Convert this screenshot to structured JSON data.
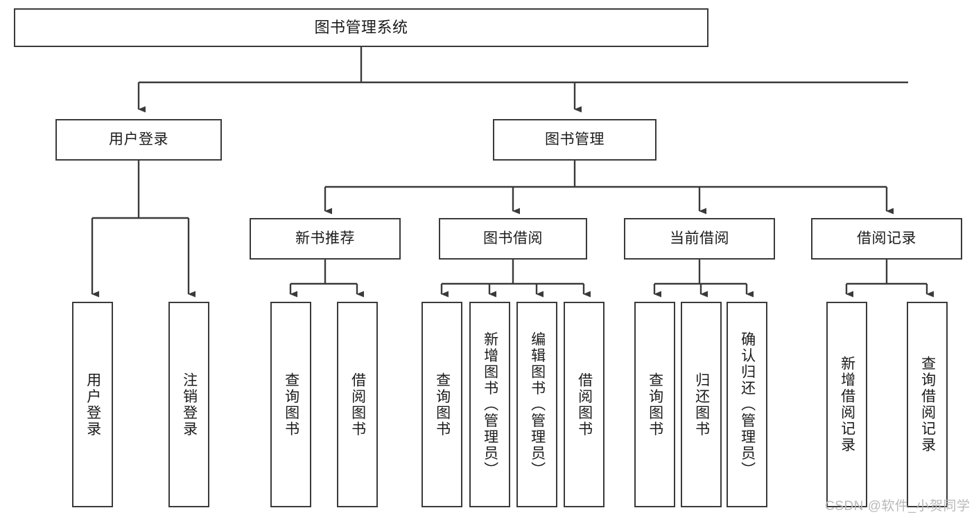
{
  "diagram": {
    "title": "图书管理系统",
    "type": "tree-hierarchy-diagram",
    "root": {
      "label": "图书管理系统"
    },
    "level1": [
      {
        "label": "用户登录"
      },
      {
        "label": "图书管理"
      }
    ],
    "level2": [
      {
        "label": "新书推荐"
      },
      {
        "label": "图书借阅"
      },
      {
        "label": "当前借阅"
      },
      {
        "label": "借阅记录"
      }
    ],
    "leaves": {
      "user_login": [
        {
          "label": "用户登录"
        },
        {
          "label": "注销登录"
        }
      ],
      "new_book_recommend": [
        {
          "label": "查询图书"
        },
        {
          "label": "借阅图书"
        }
      ],
      "book_borrow": [
        {
          "label": "查询图书"
        },
        {
          "label": "新增图书（管理员）"
        },
        {
          "label": "编辑图书（管理员）"
        },
        {
          "label": "借阅图书"
        }
      ],
      "current_borrow": [
        {
          "label": "查询图书"
        },
        {
          "label": "归还图书"
        },
        {
          "label": "确认归还（管理员）"
        }
      ],
      "borrow_record": [
        {
          "label": "新增借阅记录"
        },
        {
          "label": "查询借阅记录"
        }
      ]
    }
  },
  "watermark": {
    "text": "CSDN @软件_小贺同学",
    "color": "#b9b9b9"
  },
  "colors": {
    "stroke": "#3a3a3a",
    "background": "#ffffff",
    "text": "#1b1b1b"
  }
}
